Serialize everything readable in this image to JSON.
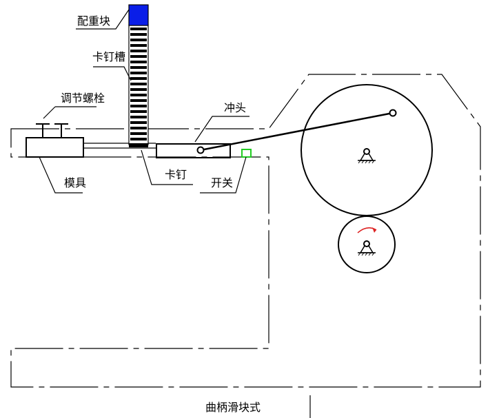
{
  "labels": {
    "counterweight": "配重块",
    "pin_slot": "卡钉槽",
    "adjust_bolt": "调节螺栓",
    "punch": "冲头",
    "mold": "模具",
    "pin": "卡钉",
    "switch": "开关"
  },
  "caption": "曲柄滑块式",
  "colors": {
    "counterweight": "#0a1ee8",
    "switch": "#22cc22",
    "rotation_arrow": "#dd2222"
  },
  "icons": {
    "pivot": "pivot-support-icon",
    "rotation": "rotation-arrow-icon"
  }
}
